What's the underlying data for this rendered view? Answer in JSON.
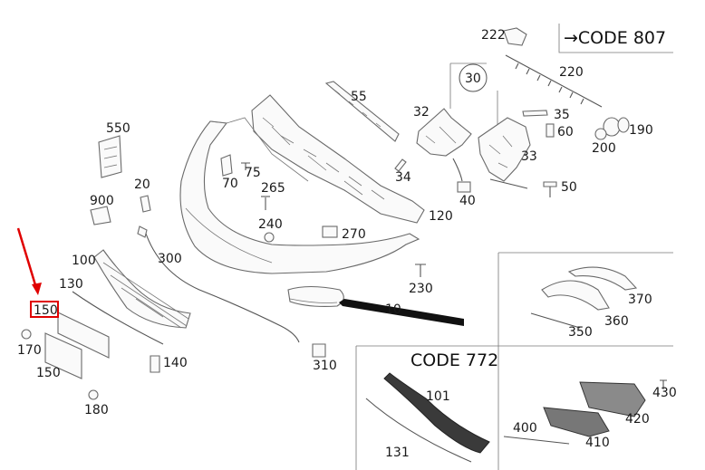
{
  "codes": {
    "code_807": "→CODE 807",
    "code_772": "CODE 772"
  },
  "labels": {
    "l222": "222",
    "l220": "220",
    "l30": "30",
    "l55": "55",
    "l32": "32",
    "l35": "35",
    "l60": "60",
    "l190": "190",
    "l200": "200",
    "l33": "33",
    "l550": "550",
    "l75": "75",
    "l70": "70",
    "l20": "20",
    "l34": "34",
    "l50": "50",
    "l265": "265",
    "l40": "40",
    "l120": "120",
    "l900": "900",
    "l240": "240",
    "l270": "270",
    "l300": "300",
    "l100": "100",
    "l230": "230",
    "l130": "130",
    "l370": "370",
    "l10": "10",
    "l150_boxed": "150",
    "l360": "360",
    "l350": "350",
    "l170": "170",
    "l140": "140",
    "l310": "310",
    "l150": "150",
    "l101": "101",
    "l430": "430",
    "l180": "180",
    "l420": "420",
    "l400": "400",
    "l410": "410",
    "l131": "131"
  },
  "colors": {
    "highlight": "#e00000",
    "text": "#1a1a1a",
    "line": "#555555",
    "mesh": "#3a3a3a"
  }
}
